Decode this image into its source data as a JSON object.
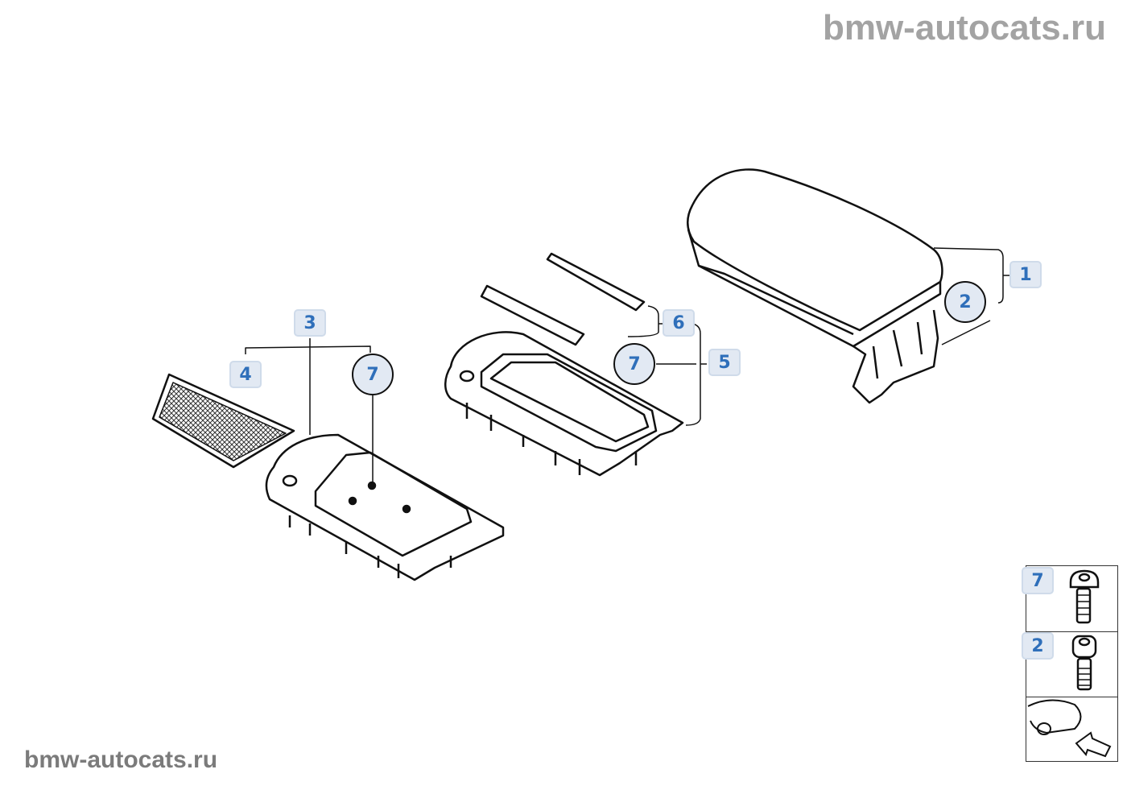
{
  "watermark_top": "bmw-autocats.ru",
  "watermark_bottom": "bmw-autocats.ru",
  "callouts": {
    "c1": "1",
    "c2": "2",
    "c3": "3",
    "c4": "4",
    "c5": "5",
    "c6": "6",
    "c7a": "7",
    "c7b": "7"
  },
  "legend": {
    "item1": "7",
    "item2": "2"
  },
  "colors": {
    "label_bg": "#e2e9f3",
    "label_text": "#2f6fba"
  }
}
